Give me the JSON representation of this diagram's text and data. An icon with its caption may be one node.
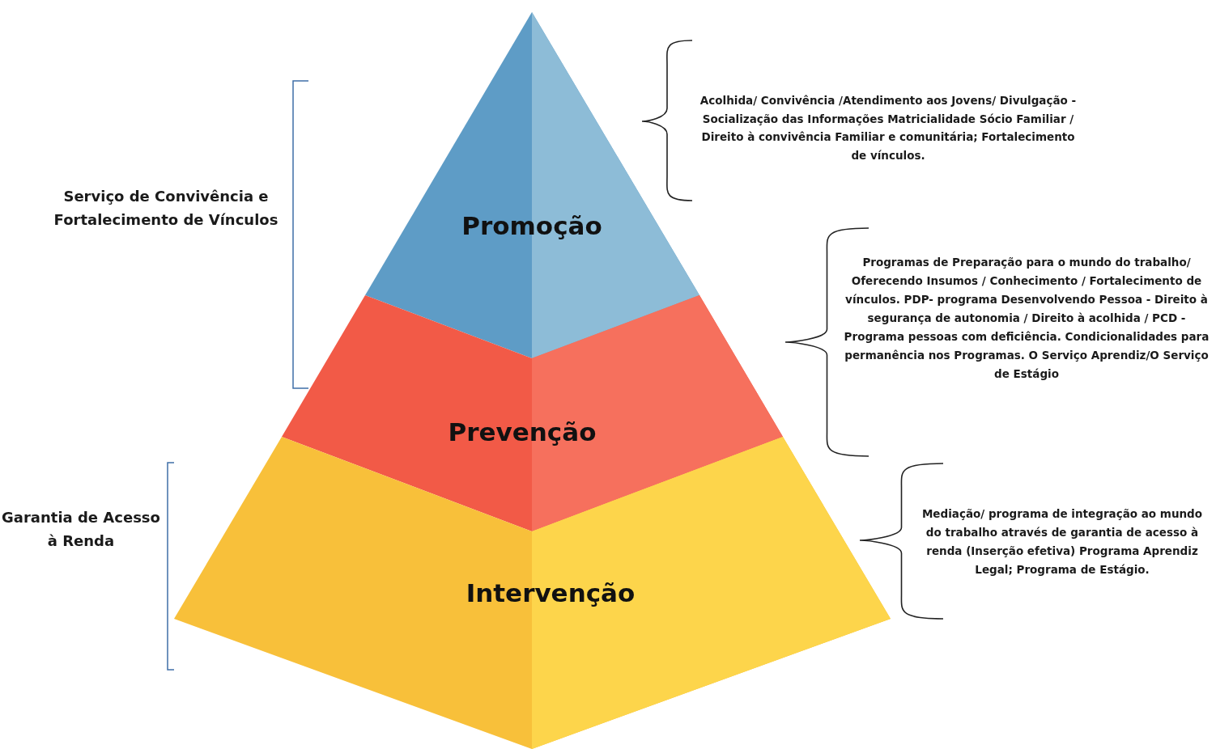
{
  "diagram": {
    "nodes": [
      {
        "text": [
          "Promoção"
        ]
      },
      {
        "text": [
          "Prevenção"
        ]
      },
      {
        "text": [
          "Intervenção"
        ]
      }
    ],
    "labels": [
      "Acolhida/ Convivência /Atendimento aos Jovens/ Divulgação - Socialização das Informações Matricialidade Sócio Familiar / Direito à convivência Familiar e comunitária; Fortalecimento de vínculos.",
      "Serviço de Convivência e Fortalecimento de Vínculos",
      "Programas de Preparação para o mundo do trabalho/ Oferecendo Insumos / Conhecimento / Fortalecimento de vínculos. PDP- programa Desenvolvendo Pessoa - Direito à segurança de autonomia / Direito à acolhida / PCD - Programa pessoas com deficiência. Condicionalidades para permanência nos Programas. O Serviço Aprendiz/O Serviço de Estágio",
      "Garantia de Acesso à Renda",
      "Mediação/ programa de integração ao mundo do trabalho através de garantia de acesso à renda (Inserção efetiva) Programa Aprendiz Legal; Programa de Estágio."
    ]
  }
}
